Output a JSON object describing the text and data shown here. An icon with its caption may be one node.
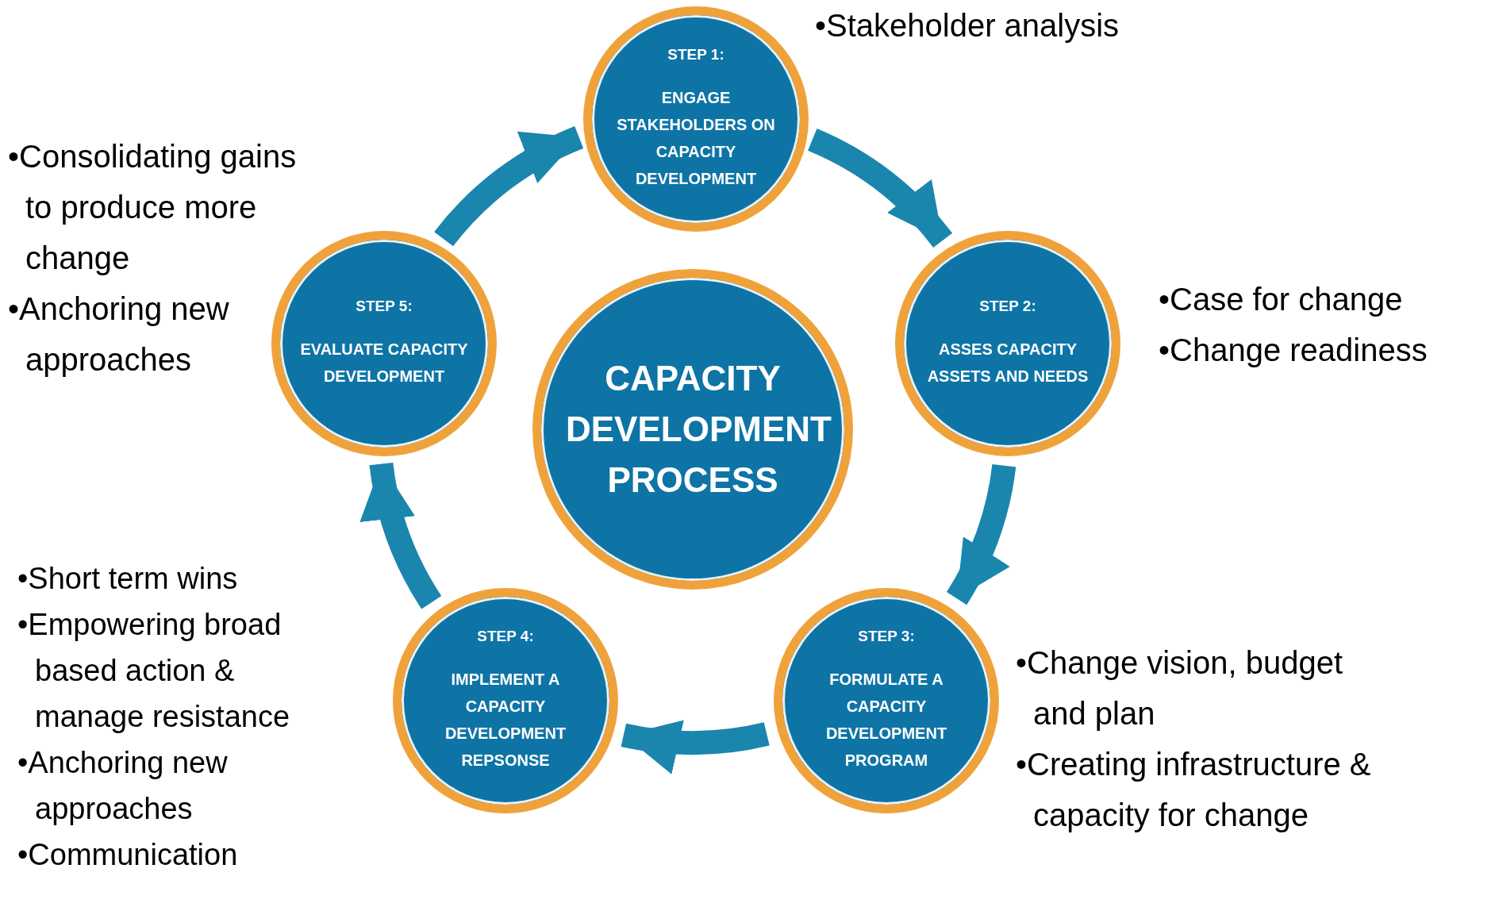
{
  "diagram": {
    "nodes": [
      {
        "text": [
          "CAPACITY DEVELOPMENT PROCESS"
        ]
      },
      {
        "text": [
          "STEP 1:",
          "ENGAGE STAKEHOLDERS ON CAPACITY DEVELOPMENT"
        ],
        "beside": [
          "•Stakeholder analysis"
        ]
      },
      {
        "text": [
          "STEP 2:",
          "ASSES CAPACITY ASSETS AND NEEDS"
        ],
        "beside": [
          "•Case for change",
          "•Change readiness"
        ]
      },
      {
        "text": [
          "STEP 3:",
          "FORMULATE A CAPACITY DEVELOPMENT PROGRAM"
        ],
        "beside": [
          "•Change vision, budget and plan",
          "•Creating infrastructure & capacity for change"
        ]
      },
      {
        "text": [
          "STEP 4:",
          "IMPLEMENT A CAPACITY DEVELOPMENT REPSONSE"
        ],
        "beside": [
          "•Short term wins",
          "•Empowering broad based action & manage resistance",
          "•Anchoring new approaches",
          "•Communication"
        ]
      },
      {
        "text": [
          "STEP 5:",
          "EVALUATE CAPACITY DEVELOPMENT"
        ],
        "beside": [
          "•Consolidating gains to produce more change",
          "•Anchoring new approaches"
        ]
      }
    ],
    "edges": [
      {
        "from": 1,
        "to": 2,
        "arrow": "to"
      },
      {
        "from": 2,
        "to": 3,
        "arrow": "to"
      },
      {
        "from": 3,
        "to": 4,
        "arrow": "to"
      },
      {
        "from": 4,
        "to": 5,
        "arrow": "to"
      },
      {
        "from": 5,
        "to": 1,
        "arrow": "to"
      }
    ]
  }
}
